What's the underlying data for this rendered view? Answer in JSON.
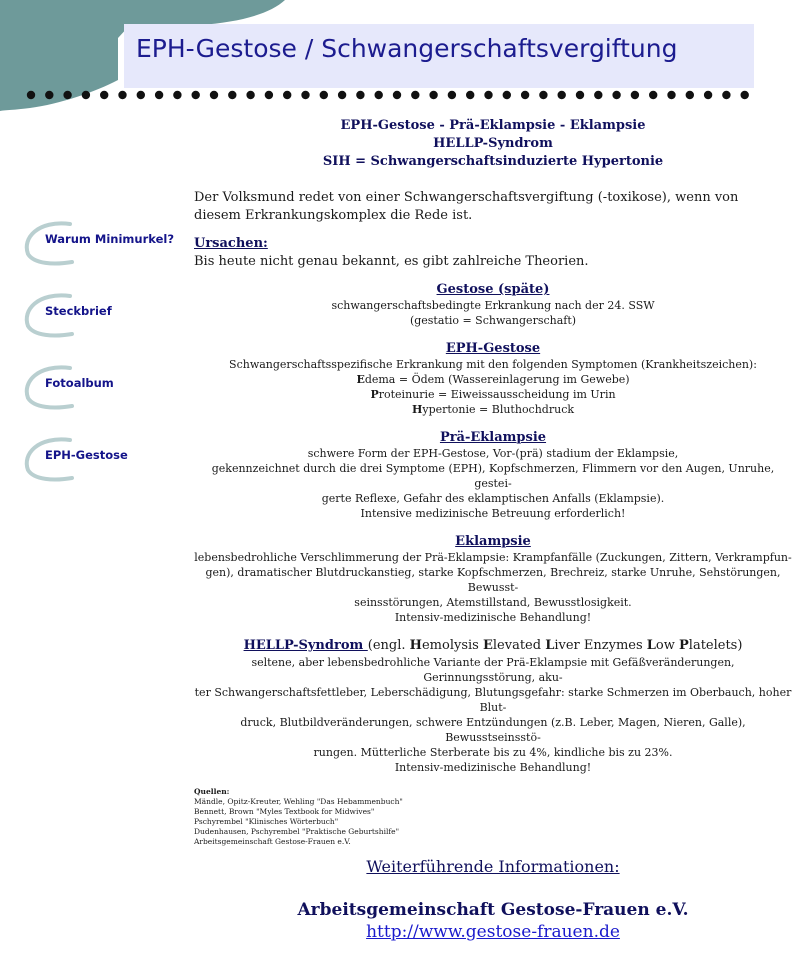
{
  "header": {
    "title": "EPH-Gestose /  Schwangerschaftsvergiftung"
  },
  "colors": {
    "corner": "#6e9a9a",
    "title_bg": "#e6e8fb",
    "title_text": "#1c1c8f",
    "nav_text": "#14148a",
    "link": "#1a1acc"
  },
  "nav": {
    "items": [
      {
        "label": "Warum Minimurkel?"
      },
      {
        "label": "Steckbrief"
      },
      {
        "label": "Fotoalbum"
      },
      {
        "label": "EPH-Gestose"
      }
    ]
  },
  "content": {
    "intro_lines": [
      "EPH-Gestose - Prä-Eklampsie - Eklampsie",
      "HELLP-Syndrom",
      "SIH = Schwangerschaftsinduzierte Hypertonie"
    ],
    "volksmund": "Der Volksmund redet von einer Schwangerschaftsvergiftung (-toxikose), wenn von diesem Erkrankungskomplex die Rede ist.",
    "ursachen_title": "Ursachen:",
    "ursachen_text": "Bis heute nicht genau bekannt, es gibt zahlreiche Theorien.",
    "gestose": {
      "title": "Gestose (späte)",
      "line1": "schwangerschaftsbedingte Erkrankung nach der 24. SSW",
      "line2": "(gestatio = Schwangerschaft)"
    },
    "eph": {
      "title": "EPH-Gestose",
      "line1": "Schwangerschaftsspezifische Erkrankung mit den folgenden Symptomen (Krankheitszeichen):",
      "e_letter": "E",
      "e_rest": "dema = Ödem (Wassereinlagerung im Gewebe)",
      "p_letter": "P",
      "p_rest": "roteinurie = Eiweissausscheidung im Urin",
      "h_letter": "H",
      "h_rest": "ypertonie = Bluthochdruck"
    },
    "prae": {
      "title": "Prä-Eklampsie",
      "line1": "schwere Form der EPH-Gestose, Vor-(prä) stadium der Eklampsie,",
      "line2": "gekennzeichnet durch die drei Symptome (EPH), Kopfschmerzen, Flimmern vor den Augen, Unruhe, gestei-",
      "line3": "gerte Reflexe, Gefahr des eklamptischen Anfalls (Eklampsie).",
      "line4": "Intensive medizinische Betreuung erforderlich!"
    },
    "eklampsie": {
      "title": "Eklampsie",
      "line1": "lebensbedrohliche Verschlimmerung der Prä-Eklampsie: Krampfanfälle (Zuckungen, Zittern, Verkrampfun-",
      "line2": "gen), dramatischer Blutdruckanstieg, starke Kopfschmerzen, Brechreiz, starke Unruhe, Sehstörungen, Bewusst-",
      "line3": "seinsstörungen, Atemstillstand, Bewusstlosigkeit.",
      "line4": "Intensiv-medizinische Behandlung!"
    },
    "hellp": {
      "title": "HELLP-Syndrom ",
      "eng_open": "(engl. ",
      "h": "H",
      "h_rest": "emolysis ",
      "e": "E",
      "e_rest": "levated ",
      "l1": "L",
      "l1_rest": "iver Enzymes ",
      "l2": "L",
      "l2_rest": "ow ",
      "p": "P",
      "p_rest": "latelets)",
      "line1": "seltene, aber lebensbedrohliche Variante der Prä-Eklampsie mit Gefäßveränderungen, Gerinnungsstörung, aku-",
      "line2": "ter Schwangerschaftsfettleber, Leberschädigung, Blutungsgefahr: starke Schmerzen im Oberbauch, hoher Blut-",
      "line3": "druck, Blutbildveränderungen, schwere Entzündungen (z.B. Leber, Magen, Nieren, Galle), Bewusstseinsstö-",
      "line4": "rungen. Mütterliche Sterberate bis zu 4%, kindliche bis zu 23%.",
      "line5": "Intensiv-medizinische Behandlung!"
    },
    "sources": {
      "title": "Quellen:",
      "items": [
        "Mändle, Opitz-Kreuter, Wehling \"Das Hebammenbuch\"",
        "Bennett, Brown \"Myles Textbook for Midwives\"",
        "Pschyrembel \"Klinisches Wörterbuch\"",
        "Dudenhausen, Pschyrembel \"Praktische Geburtshilfe\"",
        "Arbeitsgemeinschaft Gestose-Frauen e.V."
      ]
    },
    "further": {
      "title": "Weiterführende Informationen:",
      "org": "Arbeitsgemeinschaft Gestose-Frauen e.V.",
      "url": "http://www.gestose-frauen.de"
    }
  }
}
